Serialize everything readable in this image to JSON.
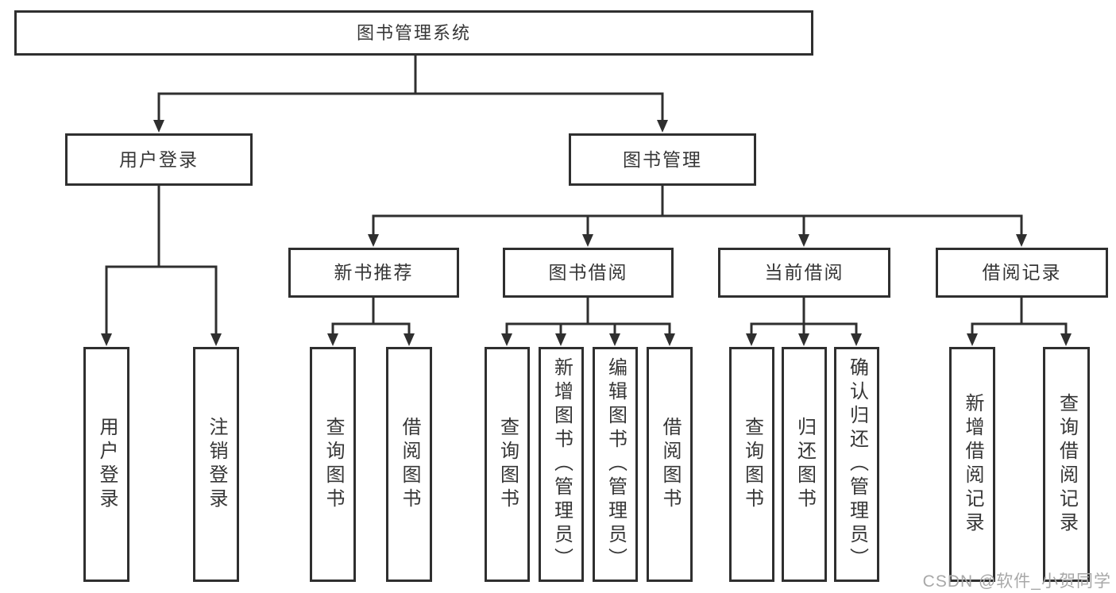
{
  "title": "图书管理系统",
  "watermark": "CSDN @软件_小贺同学",
  "colors": {
    "line": "#2f2f2f",
    "text": "#363636",
    "box_background": "#ffffff",
    "watermark": "#a8a8a8"
  },
  "tree": {
    "root": "图书管理系统",
    "branches": [
      {
        "label": "用户登录",
        "children": [
          {
            "label": "用户登录"
          },
          {
            "label": "注销登录"
          }
        ]
      },
      {
        "label": "图书管理",
        "sections": [
          {
            "label": "新书推荐",
            "children": [
              {
                "label": "查询图书"
              },
              {
                "label": "借阅图书"
              }
            ]
          },
          {
            "label": "图书借阅",
            "children": [
              {
                "label": "查询图书"
              },
              {
                "label": "新增图书（管理员）"
              },
              {
                "label": "编辑图书（管理员）"
              },
              {
                "label": "借阅图书"
              }
            ]
          },
          {
            "label": "当前借阅",
            "children": [
              {
                "label": "查询图书"
              },
              {
                "label": "归还图书"
              },
              {
                "label": "确认归还（管理员）"
              }
            ]
          },
          {
            "label": "借阅记录",
            "children": [
              {
                "label": "新增借阅记录"
              },
              {
                "label": "查询借阅记录"
              }
            ]
          }
        ]
      }
    ]
  }
}
